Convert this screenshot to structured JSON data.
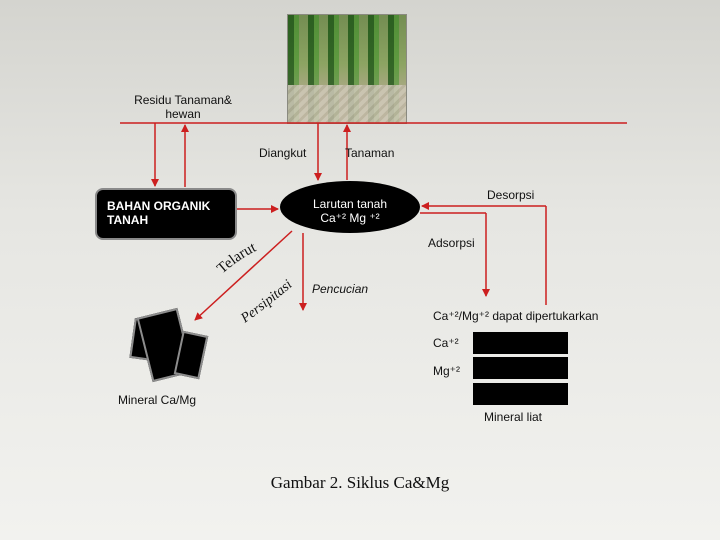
{
  "labels": {
    "residu": "Residu Tanaman&\nhewan",
    "diangkut": "Diangkut",
    "tanaman": "Tanaman",
    "desorpsi": "Desorpsi",
    "bahan_organik": "BAHAN ORGANIK\nTANAH",
    "larutan": "Larutan tanah\nCa⁺² Mg ⁺²",
    "adsorpsi": "Adsorpsi",
    "telarut": "Telarut",
    "persipitasi": "Persipitasi",
    "pencucian": "Pencucian",
    "dapat_dipertukarkan": "Ca⁺²/Mg⁺²  dapat dipertukarkan",
    "ca": "Ca⁺²",
    "mg": "Mg⁺²",
    "mineral_camg": "Mineral Ca/Mg",
    "mineral_liat": "Mineral  liat"
  },
  "caption": "Gambar  2.  Siklus  Ca&Mg",
  "colors": {
    "arrow": "#cc1f1f",
    "box": "#000000",
    "text_on_box": "#ffffff"
  }
}
